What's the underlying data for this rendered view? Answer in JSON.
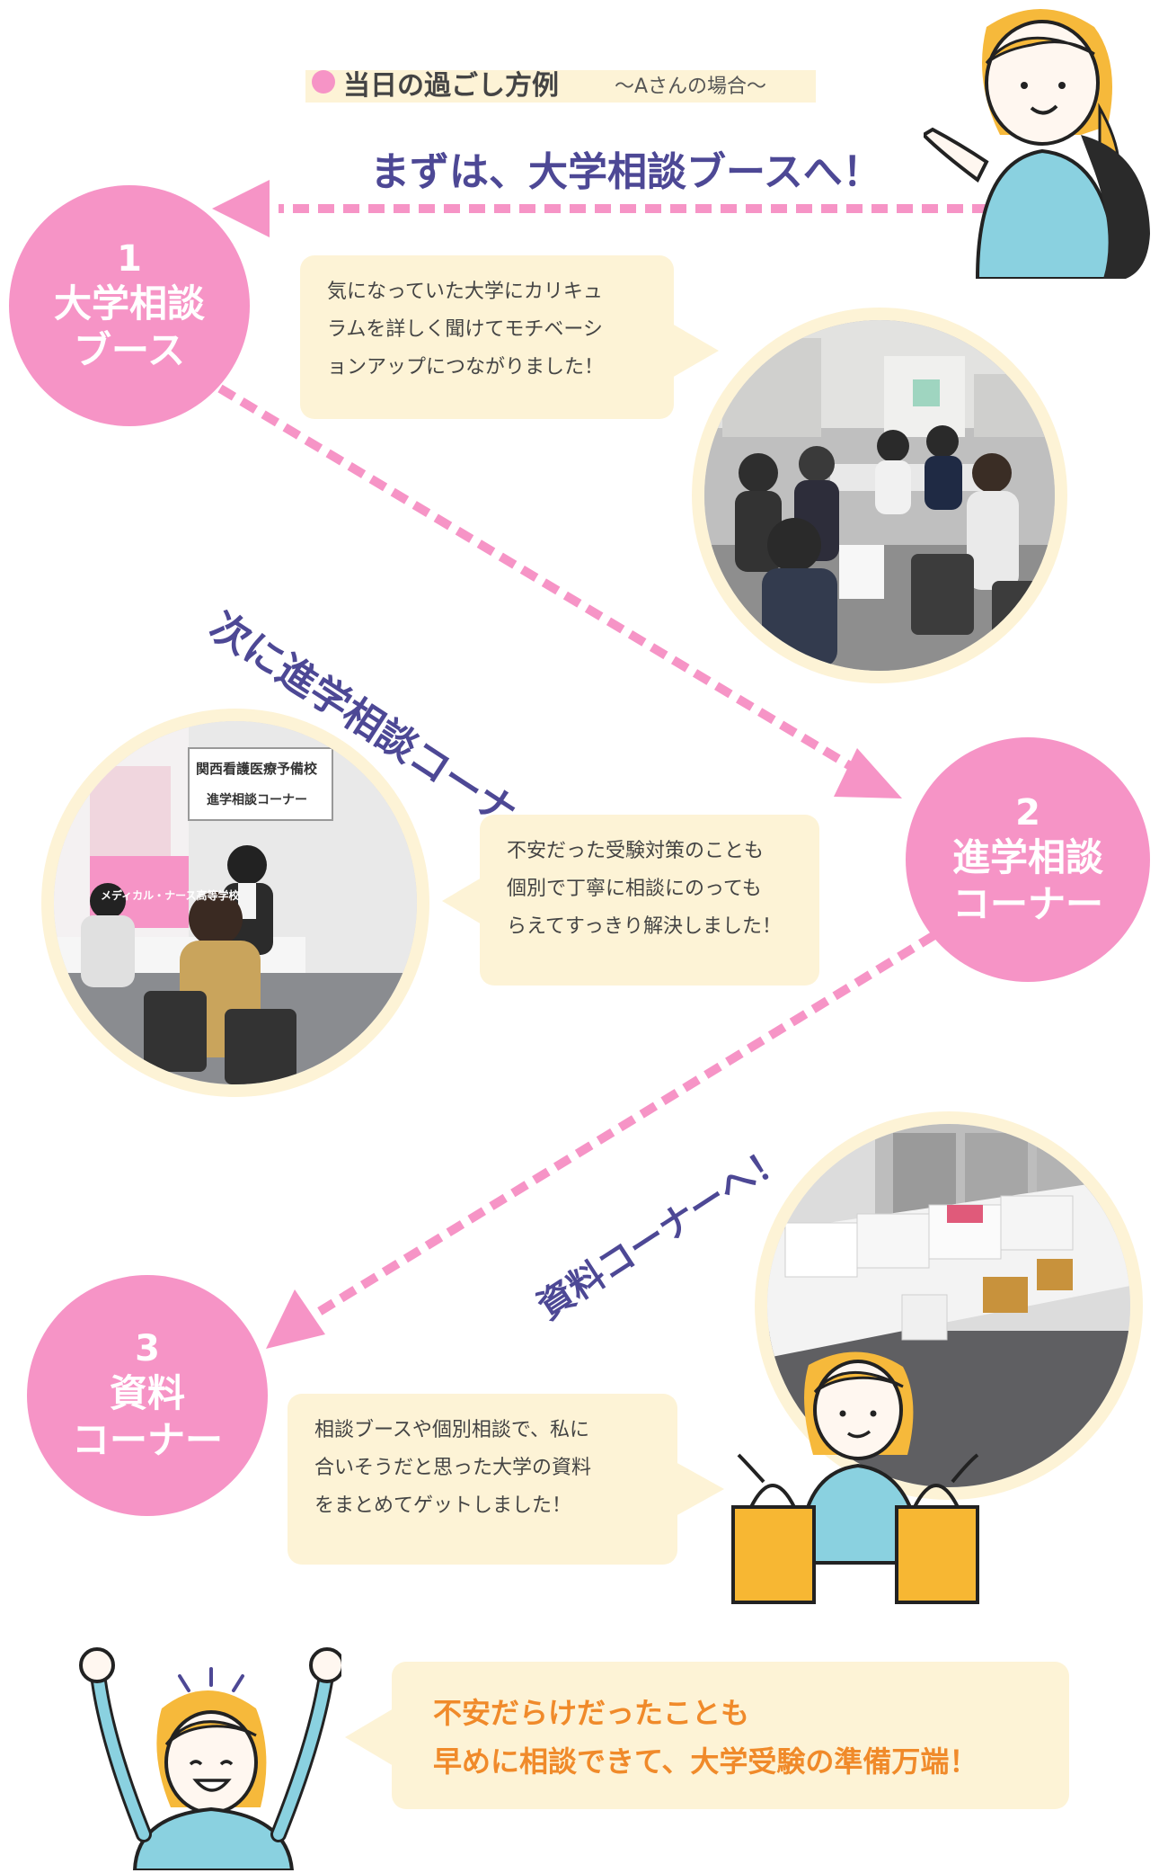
{
  "header": {
    "title": "当日の過ごし方例",
    "subtitle": "〜Aさんの場合〜"
  },
  "directions": {
    "first": "まずは、大学相談ブースへ！",
    "second": "次に進学相談コーナーへ！",
    "third": "資料コーナーへ！"
  },
  "steps": [
    {
      "number": "1",
      "label_lines": [
        "大学相談",
        "ブース"
      ]
    },
    {
      "number": "2",
      "label_lines": [
        "進学相談",
        "コーナー"
      ]
    },
    {
      "number": "3",
      "label_lines": [
        "資料",
        "コーナー"
      ]
    }
  ],
  "comments": {
    "step1": [
      "気になっていた大学にカリキュ",
      "ラムを詳しく聞けてモチベーシ",
      "ョンアップにつながりました！"
    ],
    "step2": [
      "不安だった受験対策のことも",
      "個別で丁寧に相談にのっても",
      "らえてすっきり解決しました！"
    ],
    "step3": [
      "相談ブースや個別相談で、私に",
      "合いそうだと思った大学の資料",
      "をまとめてゲットしました！"
    ],
    "final": [
      "不安だらけだったことも",
      "早めに相談できて、大学受験の準備万端！"
    ]
  },
  "photo_signs": {
    "banner": "メディカル・ナース高等学校",
    "sign_line1": "関西看護医療予備校",
    "sign_line2": "進学相談コーナー"
  },
  "colors": {
    "pink": "#f694c6",
    "cream": "#fdf3d6",
    "indigo": "#4d4895",
    "orange": "#f08a2a",
    "shirt_blue": "#8ad1e0",
    "hair_yellow": "#f6b93b",
    "bag_yellow": "#f7b733"
  }
}
